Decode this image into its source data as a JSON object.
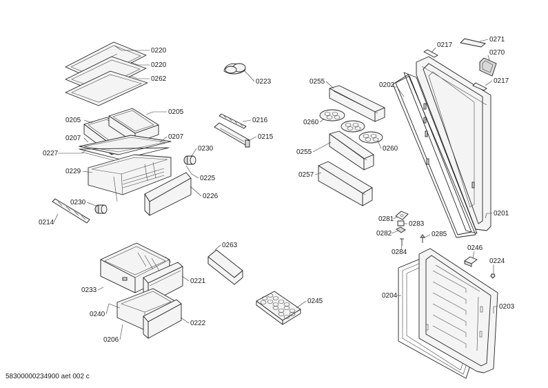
{
  "drawing_number": "58300000234900 aet 002 c",
  "parts": [
    {
      "id": "p_0220a",
      "label": "0220"
    },
    {
      "id": "p_0220b",
      "label": "0220"
    },
    {
      "id": "p_0262",
      "label": "0262"
    },
    {
      "id": "p_0205a",
      "label": "0205"
    },
    {
      "id": "p_0205b",
      "label": "0205"
    },
    {
      "id": "p_0207a",
      "label": "0207"
    },
    {
      "id": "p_0207b",
      "label": "0207"
    },
    {
      "id": "p_0227",
      "label": "0227"
    },
    {
      "id": "p_0229",
      "label": "0229"
    },
    {
      "id": "p_0230a",
      "label": "0230"
    },
    {
      "id": "p_0230b",
      "label": "0230"
    },
    {
      "id": "p_0225",
      "label": "0225"
    },
    {
      "id": "p_0226",
      "label": "0226"
    },
    {
      "id": "p_0214",
      "label": "0214"
    },
    {
      "id": "p_0223",
      "label": "0223"
    },
    {
      "id": "p_0216",
      "label": "0216"
    },
    {
      "id": "p_0215",
      "label": "0215"
    },
    {
      "id": "p_0255a",
      "label": "0255"
    },
    {
      "id": "p_0260a",
      "label": "0260"
    },
    {
      "id": "p_0260b",
      "label": "0260"
    },
    {
      "id": "p_0255b",
      "label": "0255"
    },
    {
      "id": "p_0257",
      "label": "0257"
    },
    {
      "id": "p_0202",
      "label": "0202"
    },
    {
      "id": "p_0217a",
      "label": "0217"
    },
    {
      "id": "p_0271",
      "label": "0271"
    },
    {
      "id": "p_0270",
      "label": "0270"
    },
    {
      "id": "p_0217b",
      "label": "0217"
    },
    {
      "id": "p_0201",
      "label": "0201"
    },
    {
      "id": "p_0281",
      "label": "0281"
    },
    {
      "id": "p_0283",
      "label": "0283"
    },
    {
      "id": "p_0282",
      "label": "0282"
    },
    {
      "id": "p_0285",
      "label": "0285"
    },
    {
      "id": "p_0284",
      "label": "0284"
    },
    {
      "id": "p_0246",
      "label": "0246"
    },
    {
      "id": "p_0224",
      "label": "0224"
    },
    {
      "id": "p_0204",
      "label": "0204"
    },
    {
      "id": "p_0203",
      "label": "0203"
    },
    {
      "id": "p_0263",
      "label": "0263"
    },
    {
      "id": "p_0221",
      "label": "0221"
    },
    {
      "id": "p_0233",
      "label": "0233"
    },
    {
      "id": "p_0240",
      "label": "0240"
    },
    {
      "id": "p_0222",
      "label": "0222"
    },
    {
      "id": "p_0206",
      "label": "0206"
    },
    {
      "id": "p_0245",
      "label": "0245"
    }
  ]
}
